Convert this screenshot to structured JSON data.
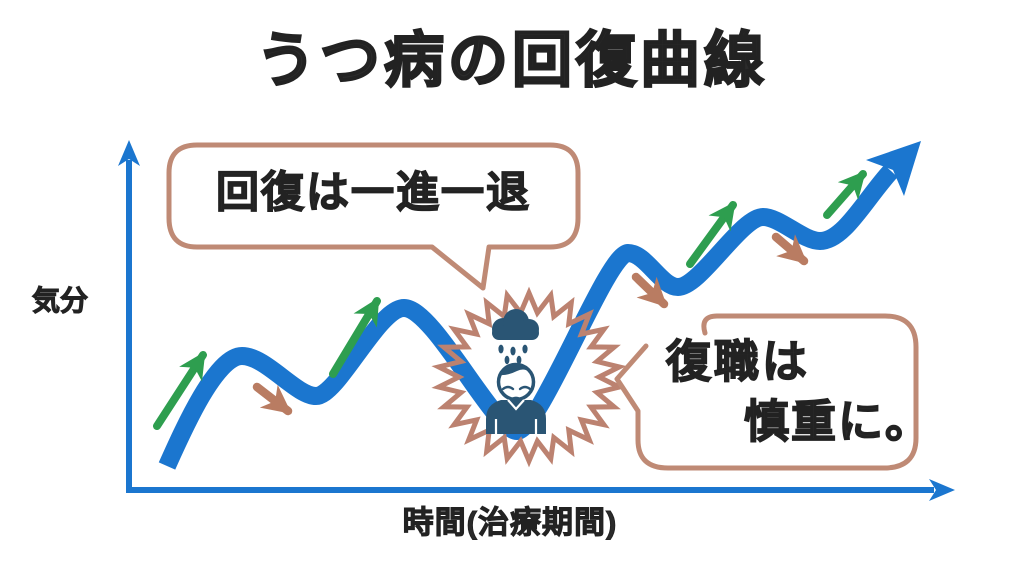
{
  "title": "うつ病の回復曲線",
  "axes": {
    "y_label": "気分",
    "x_label": "時間(治療期間)"
  },
  "bubbles": {
    "top": {
      "text": "回復は一進一退"
    },
    "right": {
      "line1": "復職は",
      "line2": "慎重に。"
    }
  },
  "icons": {
    "starburst": "starburst-alert-badge",
    "cloud": "rain-cloud-icon",
    "person": "sad-person-icon",
    "up_arrows": "green-improvement-arrow",
    "down_arrows": "brown-setback-arrow"
  },
  "colors": {
    "curve_blue": "#1b76cf",
    "axis_blue": "#1b76cf",
    "improvement_green": "#2e9e4f",
    "setback_brown": "#b97c62",
    "bubble_salmon": "#bf8a75",
    "icon_navy": "#2a5574",
    "text": "#2b2b2b",
    "background": "#ffffff"
  },
  "chart_data": {
    "type": "line",
    "title": "うつ病の回復曲線",
    "xlabel": "時間(治療期間)",
    "ylabel": "気分",
    "x": [
      0,
      1,
      2,
      3,
      4,
      5,
      6,
      7,
      8,
      9
    ],
    "series": [
      {
        "name": "気分(回復曲線)",
        "values": [
          5,
          38,
          26,
          52,
          14,
          68,
          58,
          80,
          73,
          100
        ]
      }
    ],
    "ylim": [
      0,
      100
    ],
    "grid": false,
    "tick_labels": [],
    "legend": "none",
    "annotations": [
      {
        "text": "回復は一進一退",
        "points_to": "deep dip at x=4"
      },
      {
        "text": "復職は 慎重に。",
        "points_to": "deep dip at x=4"
      },
      {
        "text": "green arrows mark improving segments",
        "positions_x": [
          0.5,
          2.5,
          5.5,
          7.5
        ]
      },
      {
        "text": "brown arrows mark setback segments",
        "positions_x": [
          1.5,
          4.7,
          6.5
        ]
      },
      {
        "text": "sad person under rain cloud inside starburst at deep dip",
        "position_x": 4
      }
    ]
  }
}
